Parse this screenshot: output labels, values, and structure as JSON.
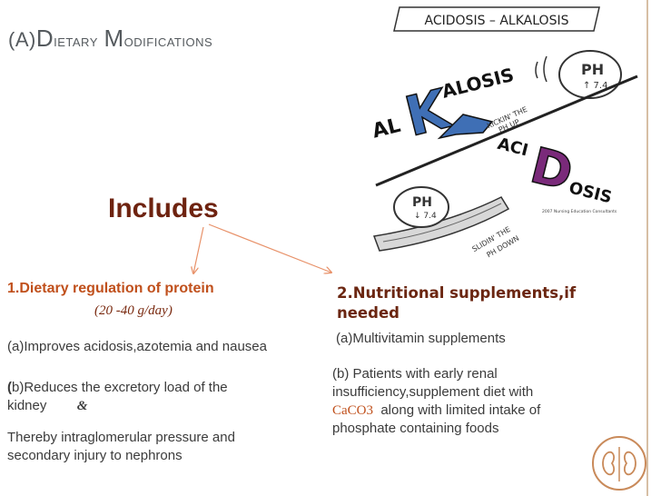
{
  "title": {
    "prefix": "(A)",
    "d_big": "D",
    "d_rest": "ietary",
    "m_big": "M",
    "m_rest": "odifications"
  },
  "includes_label": "Includes",
  "left": {
    "heading": "1.Dietary regulation of protein",
    "sub": "(20 -40 g/day)",
    "item_a": "(a)Improves acidosis,azotemia and nausea",
    "item_b_open": "(",
    "item_b_text": "b)Reduces the excretory load of the kidney",
    "item_b_amp": "&",
    "item_c": "Thereby intraglomerular pressure and secondary injury to nephrons"
  },
  "right": {
    "heading": "2.Nutritional supplements,if needed",
    "item_a": "(a)Multivitamin supplements",
    "item_b_pre": "(b) Patients with early renal insufficiency,supplement diet with",
    "item_b_caco": "CaCO3",
    "item_b_post": "along with limited intake of phosphate containing foods"
  },
  "cartoon": {
    "banner": "ACIDOSIS – ALKALOSIS",
    "alkalosis_al": "AL",
    "alkalosis_k": "K",
    "alkalosis_rest": "ALOSIS",
    "acidosis_aci": "ACI",
    "acidosis_d": "D",
    "acidosis_rest": "OSIS",
    "ph_up_label": "PH",
    "ph_up_value": "↑ 7.4",
    "ph_down_label": "PH",
    "ph_down_value": "↓ 7.4",
    "kickin_line1": "KICKIN' THE",
    "kickin_line2": "PH UP",
    "slidin_line1": "SLIDIN' THE",
    "slidin_line2": "PH DOWN",
    "copyright": "2007 Nursing Education Consultants"
  },
  "colors": {
    "title": "#555a5e",
    "includes": "#6e2310",
    "orange": "#c0501c",
    "purple": "#7a2a7a",
    "blue": "#3f6fb5"
  }
}
